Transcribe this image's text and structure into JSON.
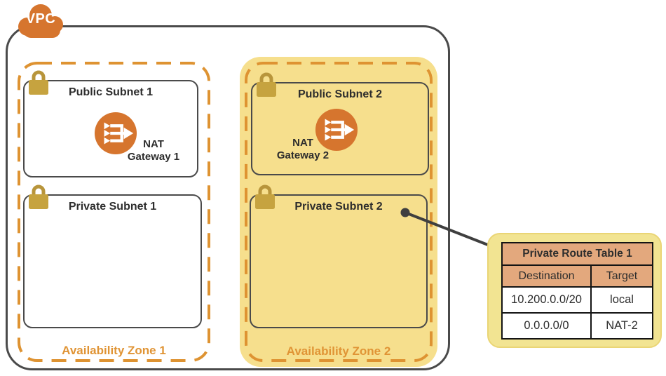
{
  "vpc": {
    "label": "VPC"
  },
  "zones": [
    {
      "label": "Availability Zone 1",
      "subnets": [
        {
          "title": "Public Subnet 1",
          "nat": {
            "line1": "NAT",
            "line2": "Gateway 1"
          }
        },
        {
          "title": "Private Subnet 1"
        }
      ]
    },
    {
      "label": "Availability Zone 2",
      "subnets": [
        {
          "title": "Public Subnet 2",
          "nat": {
            "line1": "NAT",
            "line2": "Gateway 2"
          }
        },
        {
          "title": "Private Subnet 2"
        }
      ]
    }
  ],
  "route_table": {
    "title": "Private Route Table 1",
    "columns": [
      "Destination",
      "Target"
    ],
    "rows": [
      [
        "10.200.0.0/20",
        "local"
      ],
      [
        "0.0.0.0/0",
        "NAT-2"
      ]
    ]
  },
  "colors": {
    "orange-fill": "#D6752E",
    "dash-orange": "#DE9332",
    "zone-label-orange": "#E09435",
    "zone-fill": "#F6DF8D",
    "lock-gold": "#C6A33F",
    "lock-gold-dark": "#B8953B",
    "border-dark": "#4A4A4A",
    "table-header-fill": "#E3A87D",
    "table-panel-fill": "#F2E492",
    "panel-rim": "#EAD575",
    "text-dark": "#2D2D2D",
    "connector": "#3F3F3F"
  }
}
